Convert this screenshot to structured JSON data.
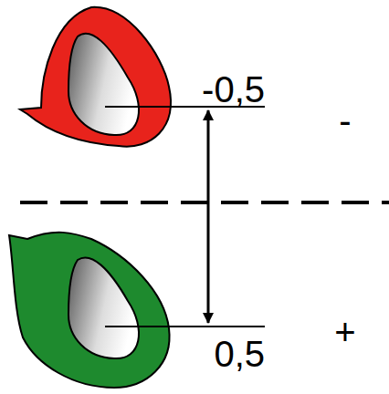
{
  "diagram": {
    "labels": [
      "-0,5",
      "-",
      "0,5",
      "+"
    ]
  }
}
